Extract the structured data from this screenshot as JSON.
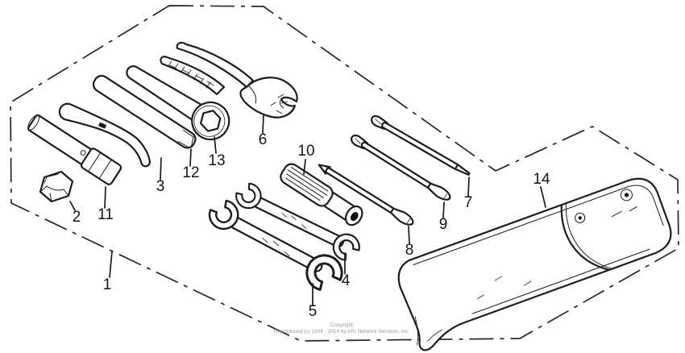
{
  "diagram": {
    "part_labels": {
      "1": "1",
      "2": "2",
      "3": "3",
      "4": "4",
      "5": "5",
      "6": "6",
      "7": "7",
      "8": "8",
      "9": "9",
      "10": "10",
      "11": "11",
      "12": "12",
      "13": "13",
      "14": "14"
    },
    "copyright": {
      "line1": "Copyright",
      "line2": "Reproduced (c) 2004 - 2014 by ARI Network Services, Inc."
    },
    "colors": {
      "line": "#1c1c1c",
      "background": "#ffffff",
      "watermark": "#9a9a9a"
    }
  }
}
